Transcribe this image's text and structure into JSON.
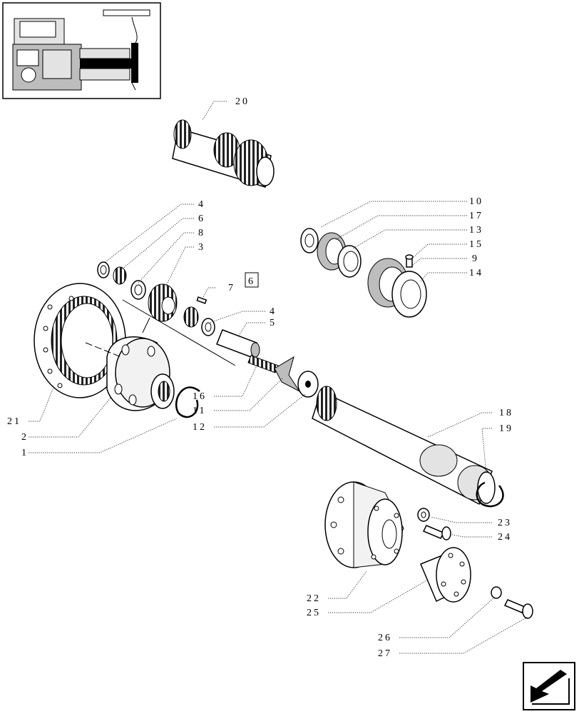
{
  "callouts": [
    "20",
    "10",
    "17",
    "13",
    "15",
    "9",
    "14",
    "4",
    "6",
    "8",
    "3",
    "7",
    "6",
    "4",
    "5",
    "16",
    "11",
    "12",
    "21",
    "2",
    "1",
    "18",
    "19",
    "23",
    "24",
    "22",
    "25",
    "26",
    "27"
  ],
  "boxed_callout": "6",
  "icons": {
    "thumbnail": "tractor-location-thumbnail",
    "nav": "previous-page-arrow-icon"
  }
}
